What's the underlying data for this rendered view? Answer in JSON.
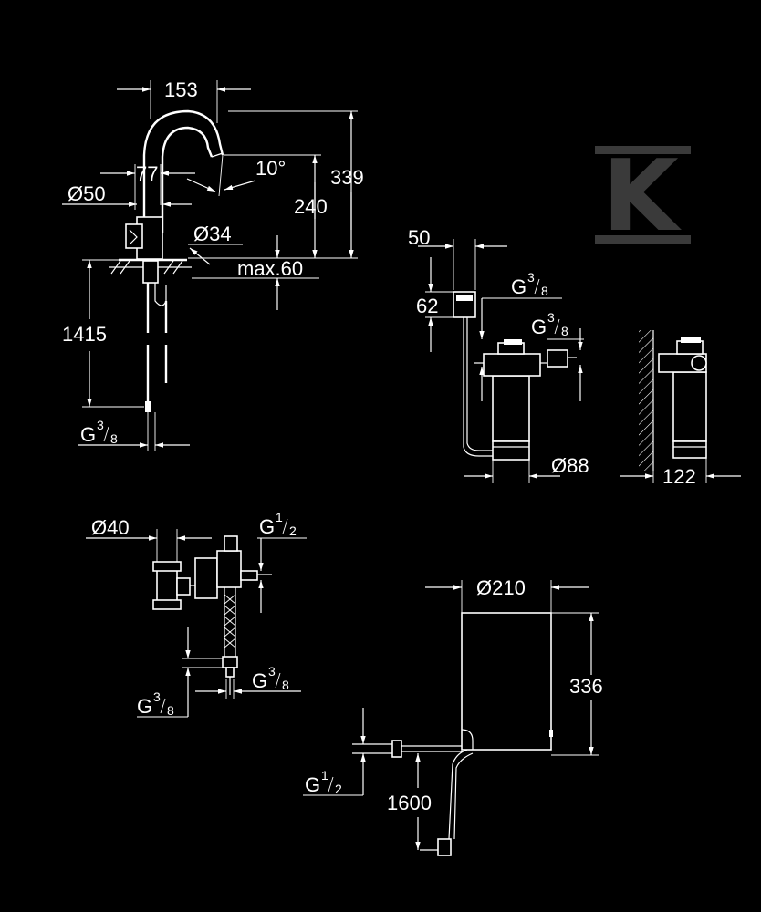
{
  "logo": {
    "letter": "K",
    "color": "#3a3a3a"
  },
  "colors": {
    "background": "#000000",
    "lines": "#ffffff"
  },
  "faucet": {
    "width": "153",
    "spout_reach": "77",
    "spout_angle": "10°",
    "body_diameter": "Ø50",
    "height_total": "339",
    "height_spout": "240",
    "hole_diameter": "Ø34",
    "max_thickness": "max.60",
    "hose_length": "1415",
    "connection": {
      "g": "G",
      "num": "3",
      "den": "8"
    }
  },
  "filter": {
    "head_width": "50",
    "head_height": "62",
    "inlet": {
      "g": "G",
      "num": "3",
      "den": "8"
    },
    "outlet": {
      "g": "G",
      "num": "3",
      "den": "8"
    },
    "diameter": "Ø88",
    "wall_distance": "122"
  },
  "valve": {
    "diameter": "Ø40",
    "top_thread": {
      "g": "G",
      "num": "1",
      "den": "2"
    },
    "side_thread": {
      "g": "G",
      "num": "3",
      "den": "8"
    },
    "bottom_thread": {
      "g": "G",
      "num": "3",
      "den": "8"
    }
  },
  "boiler": {
    "diameter": "Ø210",
    "height": "336",
    "hose_length": "1600",
    "thread": {
      "g": "G",
      "num": "1",
      "den": "2"
    }
  }
}
